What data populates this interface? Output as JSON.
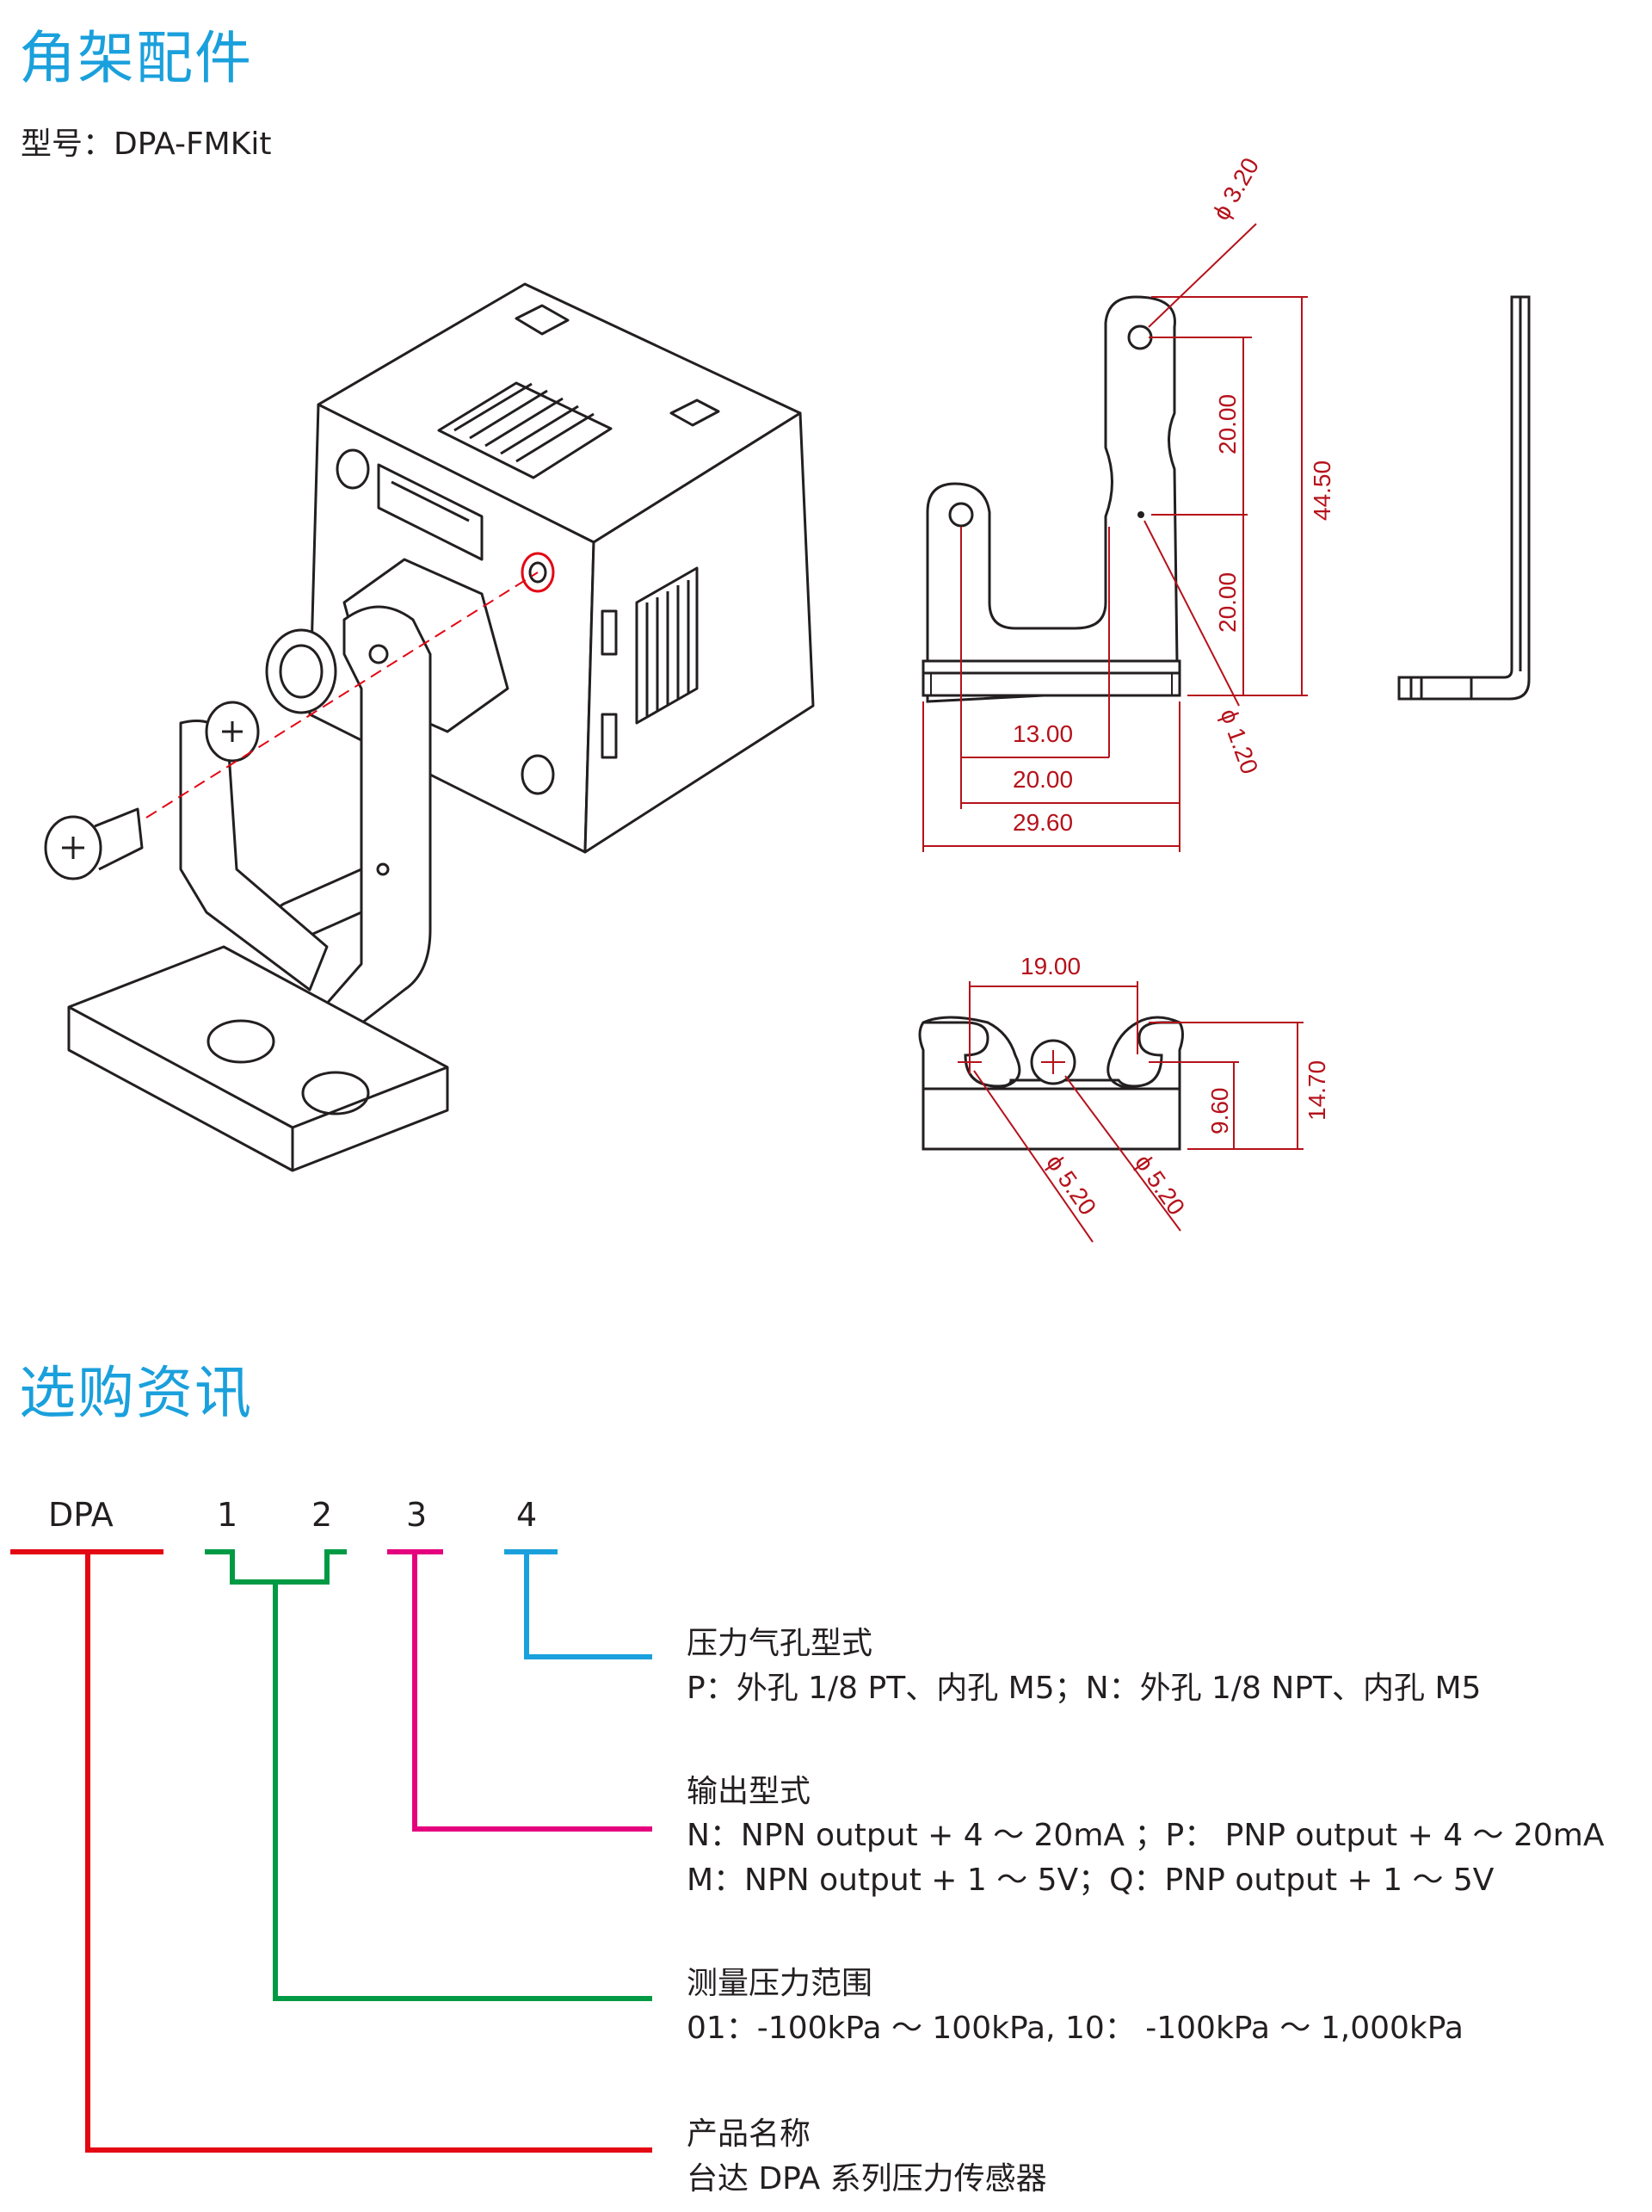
{
  "section_bracket": {
    "title": "角架配件",
    "model_label": "型号：DPA-FMKit"
  },
  "dimensions": {
    "side_view": {
      "hole_top": "ϕ 3.20",
      "height_upper": "20.00",
      "height_lower": "20.00",
      "height_total": "44.50",
      "hole_small": "ϕ 1.20",
      "width_13": "13.00",
      "width_20": "20.00",
      "width_total": "29.60"
    },
    "bottom_view": {
      "slot_spacing": "19.00",
      "height_inner": "9.60",
      "height_total": "14.70",
      "hole_left": "ϕ 5.20",
      "hole_right": "ϕ 5.20"
    }
  },
  "section_order": {
    "title": "选购资讯",
    "code": {
      "prefix": "DPA",
      "pos1": "1",
      "pos2": "2",
      "pos3": "3",
      "pos4": "4"
    },
    "colors": {
      "product": "#e30613",
      "range": "#009a44",
      "output": "#e5007e",
      "port": "#1aa0dc"
    },
    "options": [
      {
        "title": "压力气孔型式",
        "lines": [
          "P：外孔 1/8 PT、内孔 M5；N：外孔 1/8 NPT、内孔 M5"
        ]
      },
      {
        "title": "输出型式",
        "lines": [
          "N：NPN output + 4 ～ 20mA ；P： PNP output + 4 ～ 20mA",
          "M：NPN output + 1 ～ 5V；Q：PNP output + 1 ～ 5V"
        ]
      },
      {
        "title": "测量压力范围",
        "lines": [
          "01：-100kPa ～ 100kPa, 10： -100kPa ～ 1,000kPa"
        ]
      },
      {
        "title": "产品名称",
        "lines": [
          "台达 DPA 系列压力传感器"
        ]
      }
    ]
  }
}
